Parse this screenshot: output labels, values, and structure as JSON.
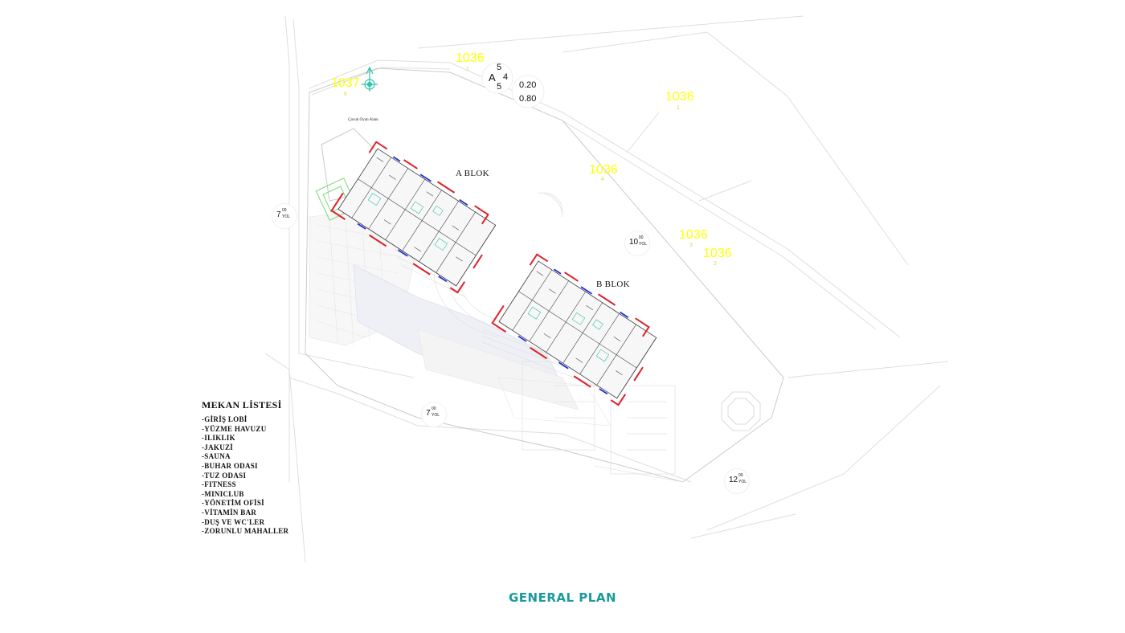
{
  "title": "GENERAL PLAN",
  "block_labels": [
    "A BLOK",
    "B BLOK"
  ],
  "playground_label": "Çocuk Oyun Alanı",
  "parcels": [
    {
      "no": "1036",
      "sub": "1"
    },
    {
      "no": "1037",
      "sub": "6"
    },
    {
      "no": "1036",
      "sub": "1"
    },
    {
      "no": "1036",
      "sub": "4"
    },
    {
      "no": "1036",
      "sub": "3"
    },
    {
      "no": "1036",
      "sub": "2"
    }
  ],
  "zoning": {
    "letter": "A",
    "floors": [
      "5",
      "4",
      "5"
    ],
    "ratios": [
      "0.20",
      "0.80"
    ]
  },
  "roads": [
    {
      "width": "7",
      "dec": "00",
      "unit": "YOL"
    },
    {
      "width": "10",
      "dec": "00",
      "unit": "YOL"
    },
    {
      "width": "7",
      "dec": "00",
      "unit": "YOL"
    },
    {
      "width": "12",
      "dec": "00",
      "unit": "YOL"
    }
  ],
  "legend": {
    "title": "MEKAN LİSTESİ",
    "items": [
      "-GİRİŞ LOBİ",
      "-YÜZME HAVUZU",
      "-ILIKLIK",
      "-JAKUZİ",
      "-SAUNA",
      "-BUHAR ODASI",
      "-TUZ ODASI",
      "-FITNESS",
      "-MINICLUB",
      "-YÖNETİM OFİSİ",
      "-VİTAMİN BAR",
      "-DUŞ VE WC'LER",
      "-ZORUNLU MAHALLER"
    ]
  },
  "colors": {
    "title": "#1a9a9c",
    "parcel": "#ffff00",
    "north": "#2ec4a8",
    "wall_red": "#e0202a",
    "wall_blue": "#2030d0",
    "line": "#d8dcd8"
  }
}
